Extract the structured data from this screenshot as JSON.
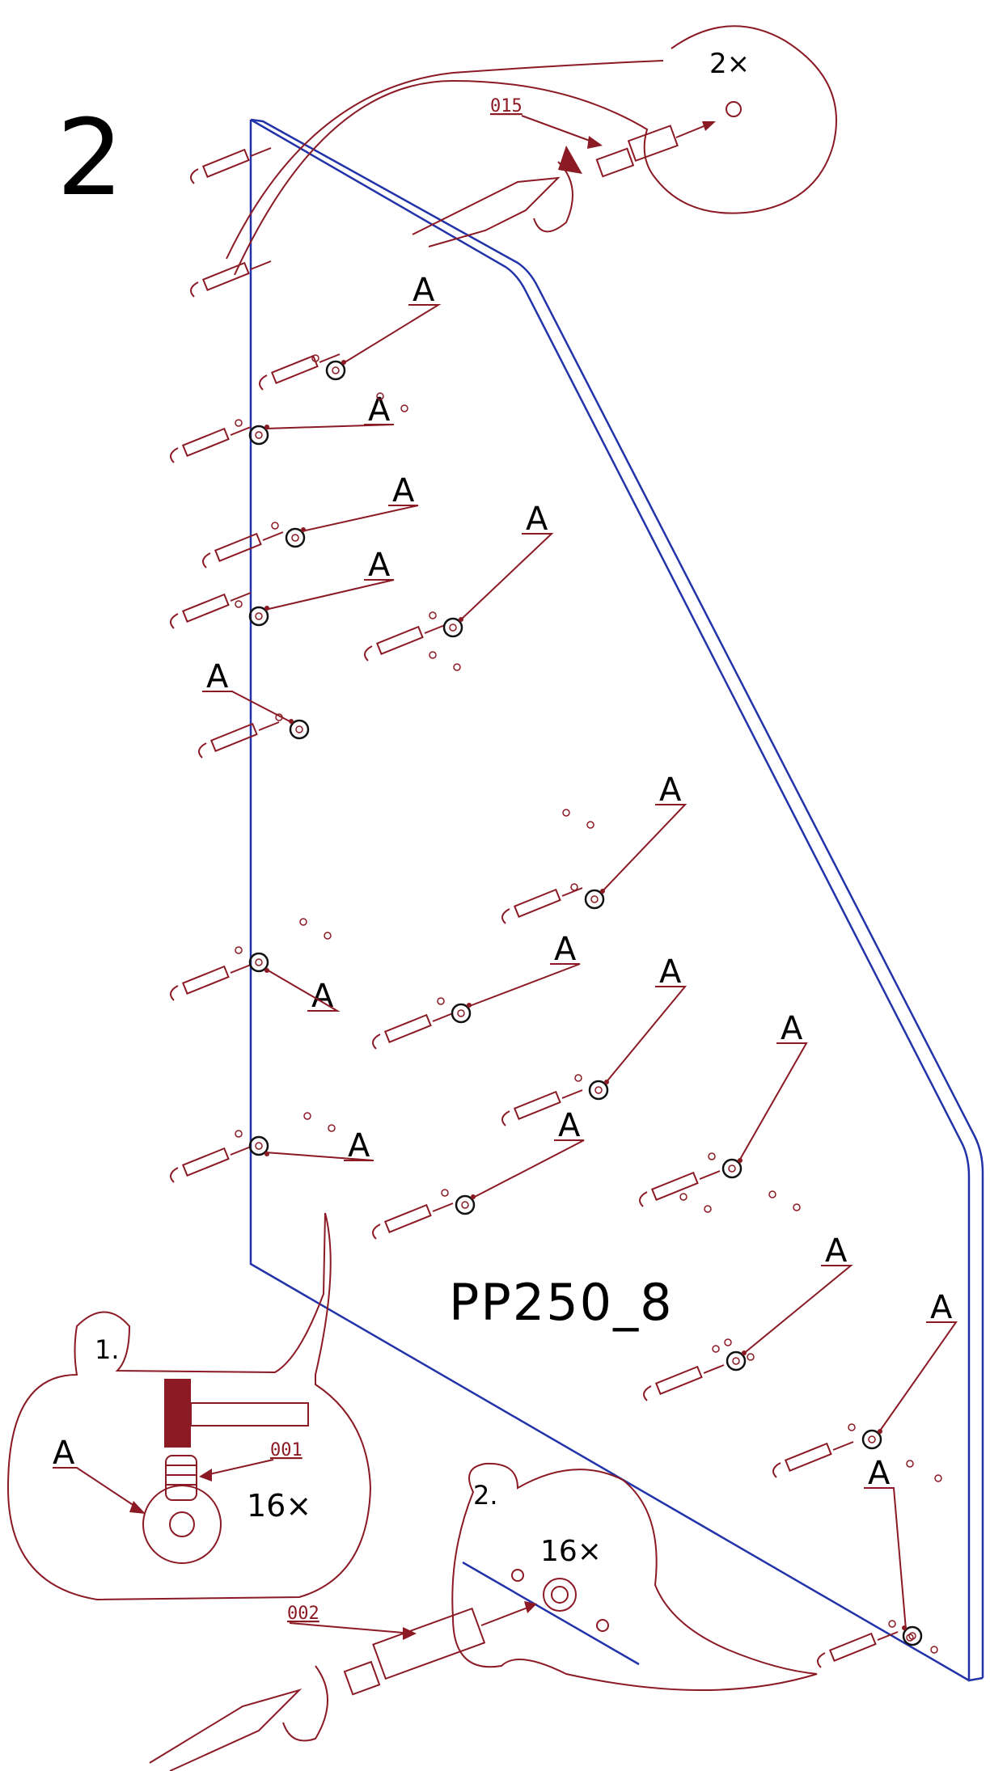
{
  "step": {
    "number": "2"
  },
  "panel": {
    "code": "PP250_8"
  },
  "parts": {
    "top_callout": {
      "part": "015",
      "qty": "2×"
    },
    "detail_1": {
      "index": "1.",
      "part": "001",
      "qty": "16×",
      "marker": "A"
    },
    "detail_2": {
      "index": "2.",
      "part": "002",
      "qty": "16×"
    }
  },
  "marker_label": "A",
  "colors": {
    "panel_outline": "#2233aa",
    "parts": "#8b1a24",
    "text": "#000000"
  }
}
